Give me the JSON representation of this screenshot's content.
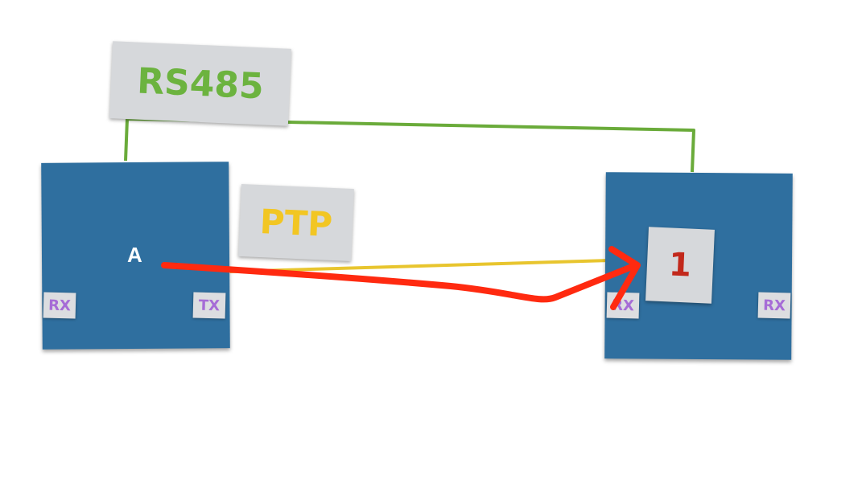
{
  "labels": {
    "rs485": "RS485",
    "ptp": "PTP",
    "node_a": "A",
    "marker": "1"
  },
  "ports": {
    "left_rx": "RX",
    "left_tx": "TX",
    "right_rx_1": "RX",
    "right_rx_2": "RX"
  },
  "colors": {
    "device": "#2f6f9f",
    "rs485_text": "#6cb33f",
    "ptp_text": "#f2c623",
    "marker_text": "#c2281b",
    "port_text": "#a66cd6",
    "rs485_wire": "#6aab3a",
    "ptp_wire": "#e8c52e",
    "arrow": "#ff2a10"
  }
}
